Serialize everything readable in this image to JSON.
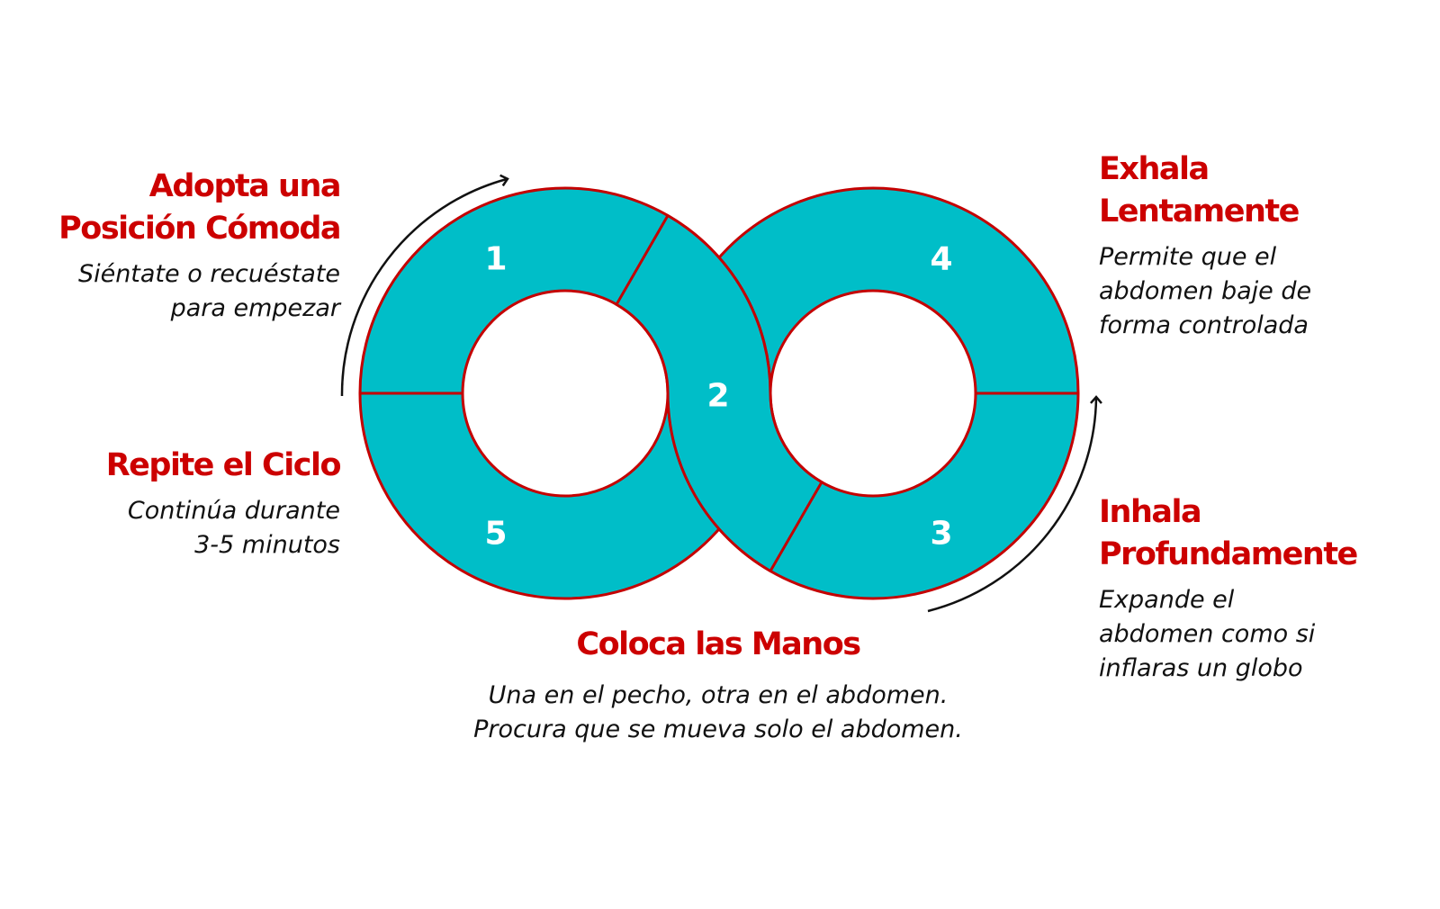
{
  "colors": {
    "ring": "#00BEC8",
    "outline": "#C40000",
    "title": "#CC0000",
    "text": "#111111",
    "arrow": "#111111"
  },
  "segments": [
    {
      "number": "1",
      "title": "Adopta una Posición Cómoda",
      "title_lines": [
        "Adopta una",
        "Posición Cómoda"
      ],
      "desc_lines": [
        "Siéntate o recuéstate",
        "para empezar"
      ]
    },
    {
      "number": "2",
      "title": "Coloca las Manos",
      "title_lines": [
        "Coloca las Manos"
      ],
      "desc_lines": [
        "Una en el pecho, otra en el abdomen.",
        "Procura que se mueva solo el abdomen."
      ]
    },
    {
      "number": "3",
      "title": "Inhala Profundamente",
      "title_lines": [
        "Inhala",
        "Profundamente"
      ],
      "desc_lines": [
        "Expande el",
        "abdomen como si",
        "inflaras un globo"
      ]
    },
    {
      "number": "4",
      "title": "Exhala Lentamente",
      "title_lines": [
        "Exhala",
        "Lentamente"
      ],
      "desc_lines": [
        "Permite que el",
        "abdomen baje de",
        "forma controlada"
      ]
    },
    {
      "number": "5",
      "title": "Repite el Ciclo",
      "title_lines": [
        "Repite el Ciclo"
      ],
      "desc_lines": [
        "Continúa durante",
        "3-5 minutos"
      ]
    }
  ]
}
